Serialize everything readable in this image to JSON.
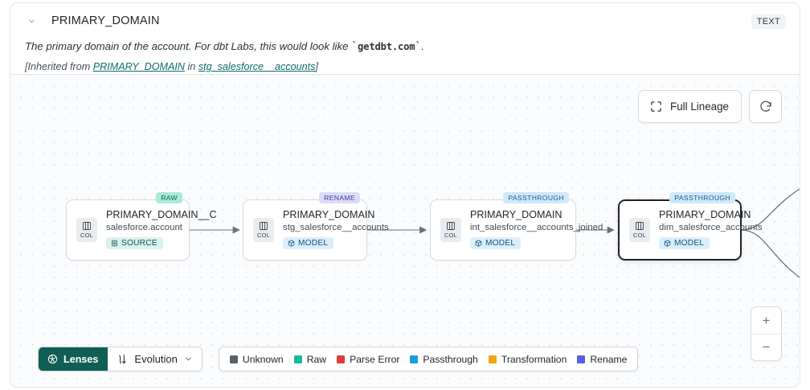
{
  "header": {
    "chevron_icon": "chevron-down-icon",
    "title": "PRIMARY_DOMAIN",
    "type_badge": "TEXT",
    "description_before": "The primary domain of the account. For dbt Labs, this would look like ",
    "description_code": "getdbt.com",
    "description_after": ".",
    "inherited_prefix": "[Inherited from ",
    "inherited_link": "PRIMARY_DOMAIN",
    "inherited_mid": " in ",
    "inherited_link2": "stg_salesforce__accounts",
    "inherited_suffix": "]"
  },
  "canvas": {
    "full_lineage_label": "Full Lineage",
    "full_lineage_icon": "expand-icon",
    "refresh_icon": "refresh-icon",
    "zoom_in_label": "+",
    "zoom_out_label": "−"
  },
  "nodes": [
    {
      "tag": "RAW",
      "tag_style": "raw",
      "icon_label": "COL",
      "name": "PRIMARY_DOMAIN__C",
      "subtitle": "salesforce.account",
      "pill_label": "SOURCE",
      "pill_style": "source",
      "pill_icon": "database-icon",
      "selected": false
    },
    {
      "tag": "RENAME",
      "tag_style": "rename",
      "icon_label": "COL",
      "name": "PRIMARY_DOMAIN",
      "subtitle": "stg_salesforce__accounts",
      "pill_label": "MODEL",
      "pill_style": "model",
      "pill_icon": "cube-icon",
      "selected": false
    },
    {
      "tag": "PASSTHROUGH",
      "tag_style": "passthrough",
      "icon_label": "COL",
      "name": "PRIMARY_DOMAIN",
      "subtitle": "int_salesforce__accounts_joined",
      "pill_label": "MODEL",
      "pill_style": "model",
      "pill_icon": "cube-icon",
      "selected": false
    },
    {
      "tag": "PASSTHROUGH",
      "tag_style": "passthrough",
      "icon_label": "COL",
      "name": "PRIMARY_DOMAIN",
      "subtitle": "dim_salesforce_accounts",
      "pill_label": "MODEL",
      "pill_style": "model",
      "pill_icon": "cube-icon",
      "selected": true
    }
  ],
  "toolbar": {
    "lenses_label": "Lenses",
    "lenses_icon": "aperture-icon",
    "evolution_label": "Evolution",
    "evolution_icon": "branch-merge-icon",
    "evolution_caret_icon": "chevron-down-icon"
  },
  "legend": {
    "items": [
      {
        "label": "Unknown",
        "color": "#596069"
      },
      {
        "label": "Raw",
        "color": "#15b79e"
      },
      {
        "label": "Parse Error",
        "color": "#e03a3a"
      },
      {
        "label": "Passthrough",
        "color": "#1a9fdd"
      },
      {
        "label": "Transformation",
        "color": "#f0a415"
      },
      {
        "label": "Rename",
        "color": "#5b5be8"
      }
    ]
  }
}
